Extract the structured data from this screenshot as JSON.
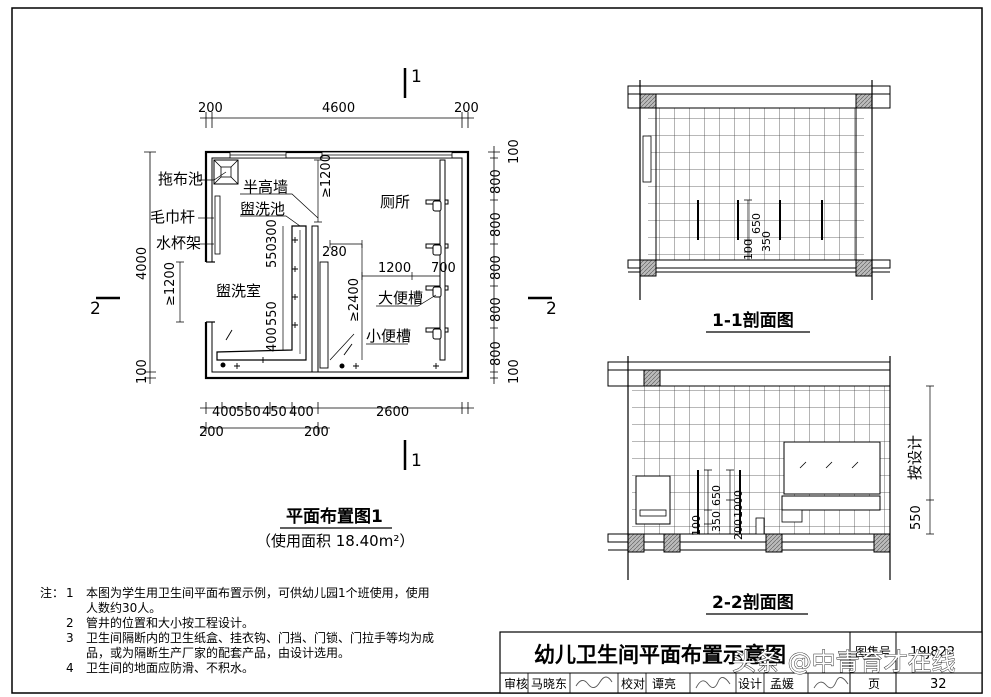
{
  "plan": {
    "section_marks": {
      "top": "1",
      "bottom": "1",
      "left": "2",
      "right": "2"
    },
    "dims_top": [
      "200",
      "4600",
      "200"
    ],
    "dims_right": [
      "800",
      "800",
      "800",
      "800",
      "800"
    ],
    "dims_right_ends": [
      "100",
      "100"
    ],
    "dim_left_total": "4000",
    "dim_left_bottom": "100",
    "dim_left_gap": "≥1200",
    "dims_bottom_row1": [
      "400",
      "550",
      "450",
      "400",
      "2600"
    ],
    "dims_bottom_row2": [
      "200",
      "200"
    ],
    "interior_dims": {
      "h1200": "≥1200",
      "d300": "300",
      "d550a": "550",
      "d550b": "550",
      "d400": "400",
      "d280": "280",
      "d2400": "≥2400",
      "d1200": "1200",
      "d700": "700"
    },
    "labels": {
      "mop_sink": "拖布池",
      "towel_rail": "毛巾杆",
      "cup_rack": "水杯架",
      "half_wall": "半高墙",
      "wash_basin": "盥洗池",
      "toilet_room": "厕所",
      "wash_room": "盥洗室",
      "squat_trough": "大便槽",
      "urinal_trough": "小便槽"
    },
    "title": "平面布置图1",
    "subtitle": "（使用面积 18.40m²）"
  },
  "section11": {
    "title": "1-1剖面图",
    "dims": [
      "650",
      "350",
      "100"
    ]
  },
  "section22": {
    "title": "2-2剖面图",
    "dims": [
      "1000",
      "650",
      "200",
      "350",
      "100"
    ],
    "right_dims": [
      "按设计",
      "550"
    ]
  },
  "notes": {
    "prefix": "注：",
    "items": [
      {
        "num": "1",
        "lines": [
          "本图为学生用卫生间平面布置示例，可供幼儿园1个班使用，使用",
          "人数约30人。"
        ]
      },
      {
        "num": "2",
        "lines": [
          "管井的位置和大小按工程设计。"
        ]
      },
      {
        "num": "3",
        "lines": [
          "卫生间隔断内的卫生纸盒、挂衣钩、门挡、门锁、门拉手等均为成",
          "品，或为隔断生产厂家的配套产品，由设计选用。"
        ]
      },
      {
        "num": "4",
        "lines": [
          "卫生间的地面应防滑、不积水。"
        ]
      }
    ]
  },
  "title_block": {
    "title": "幼儿卫生间平面布置示意图",
    "atlas_label": "图集号",
    "atlas_no": "19J822",
    "review_label": "审核",
    "reviewer": "马晓东",
    "check_label": "校对",
    "checker": "谭亮",
    "design_label": "设计",
    "designer": "孟媛",
    "page_label": "页",
    "page_no": "32"
  },
  "watermark": "头条 @中青育才在线"
}
